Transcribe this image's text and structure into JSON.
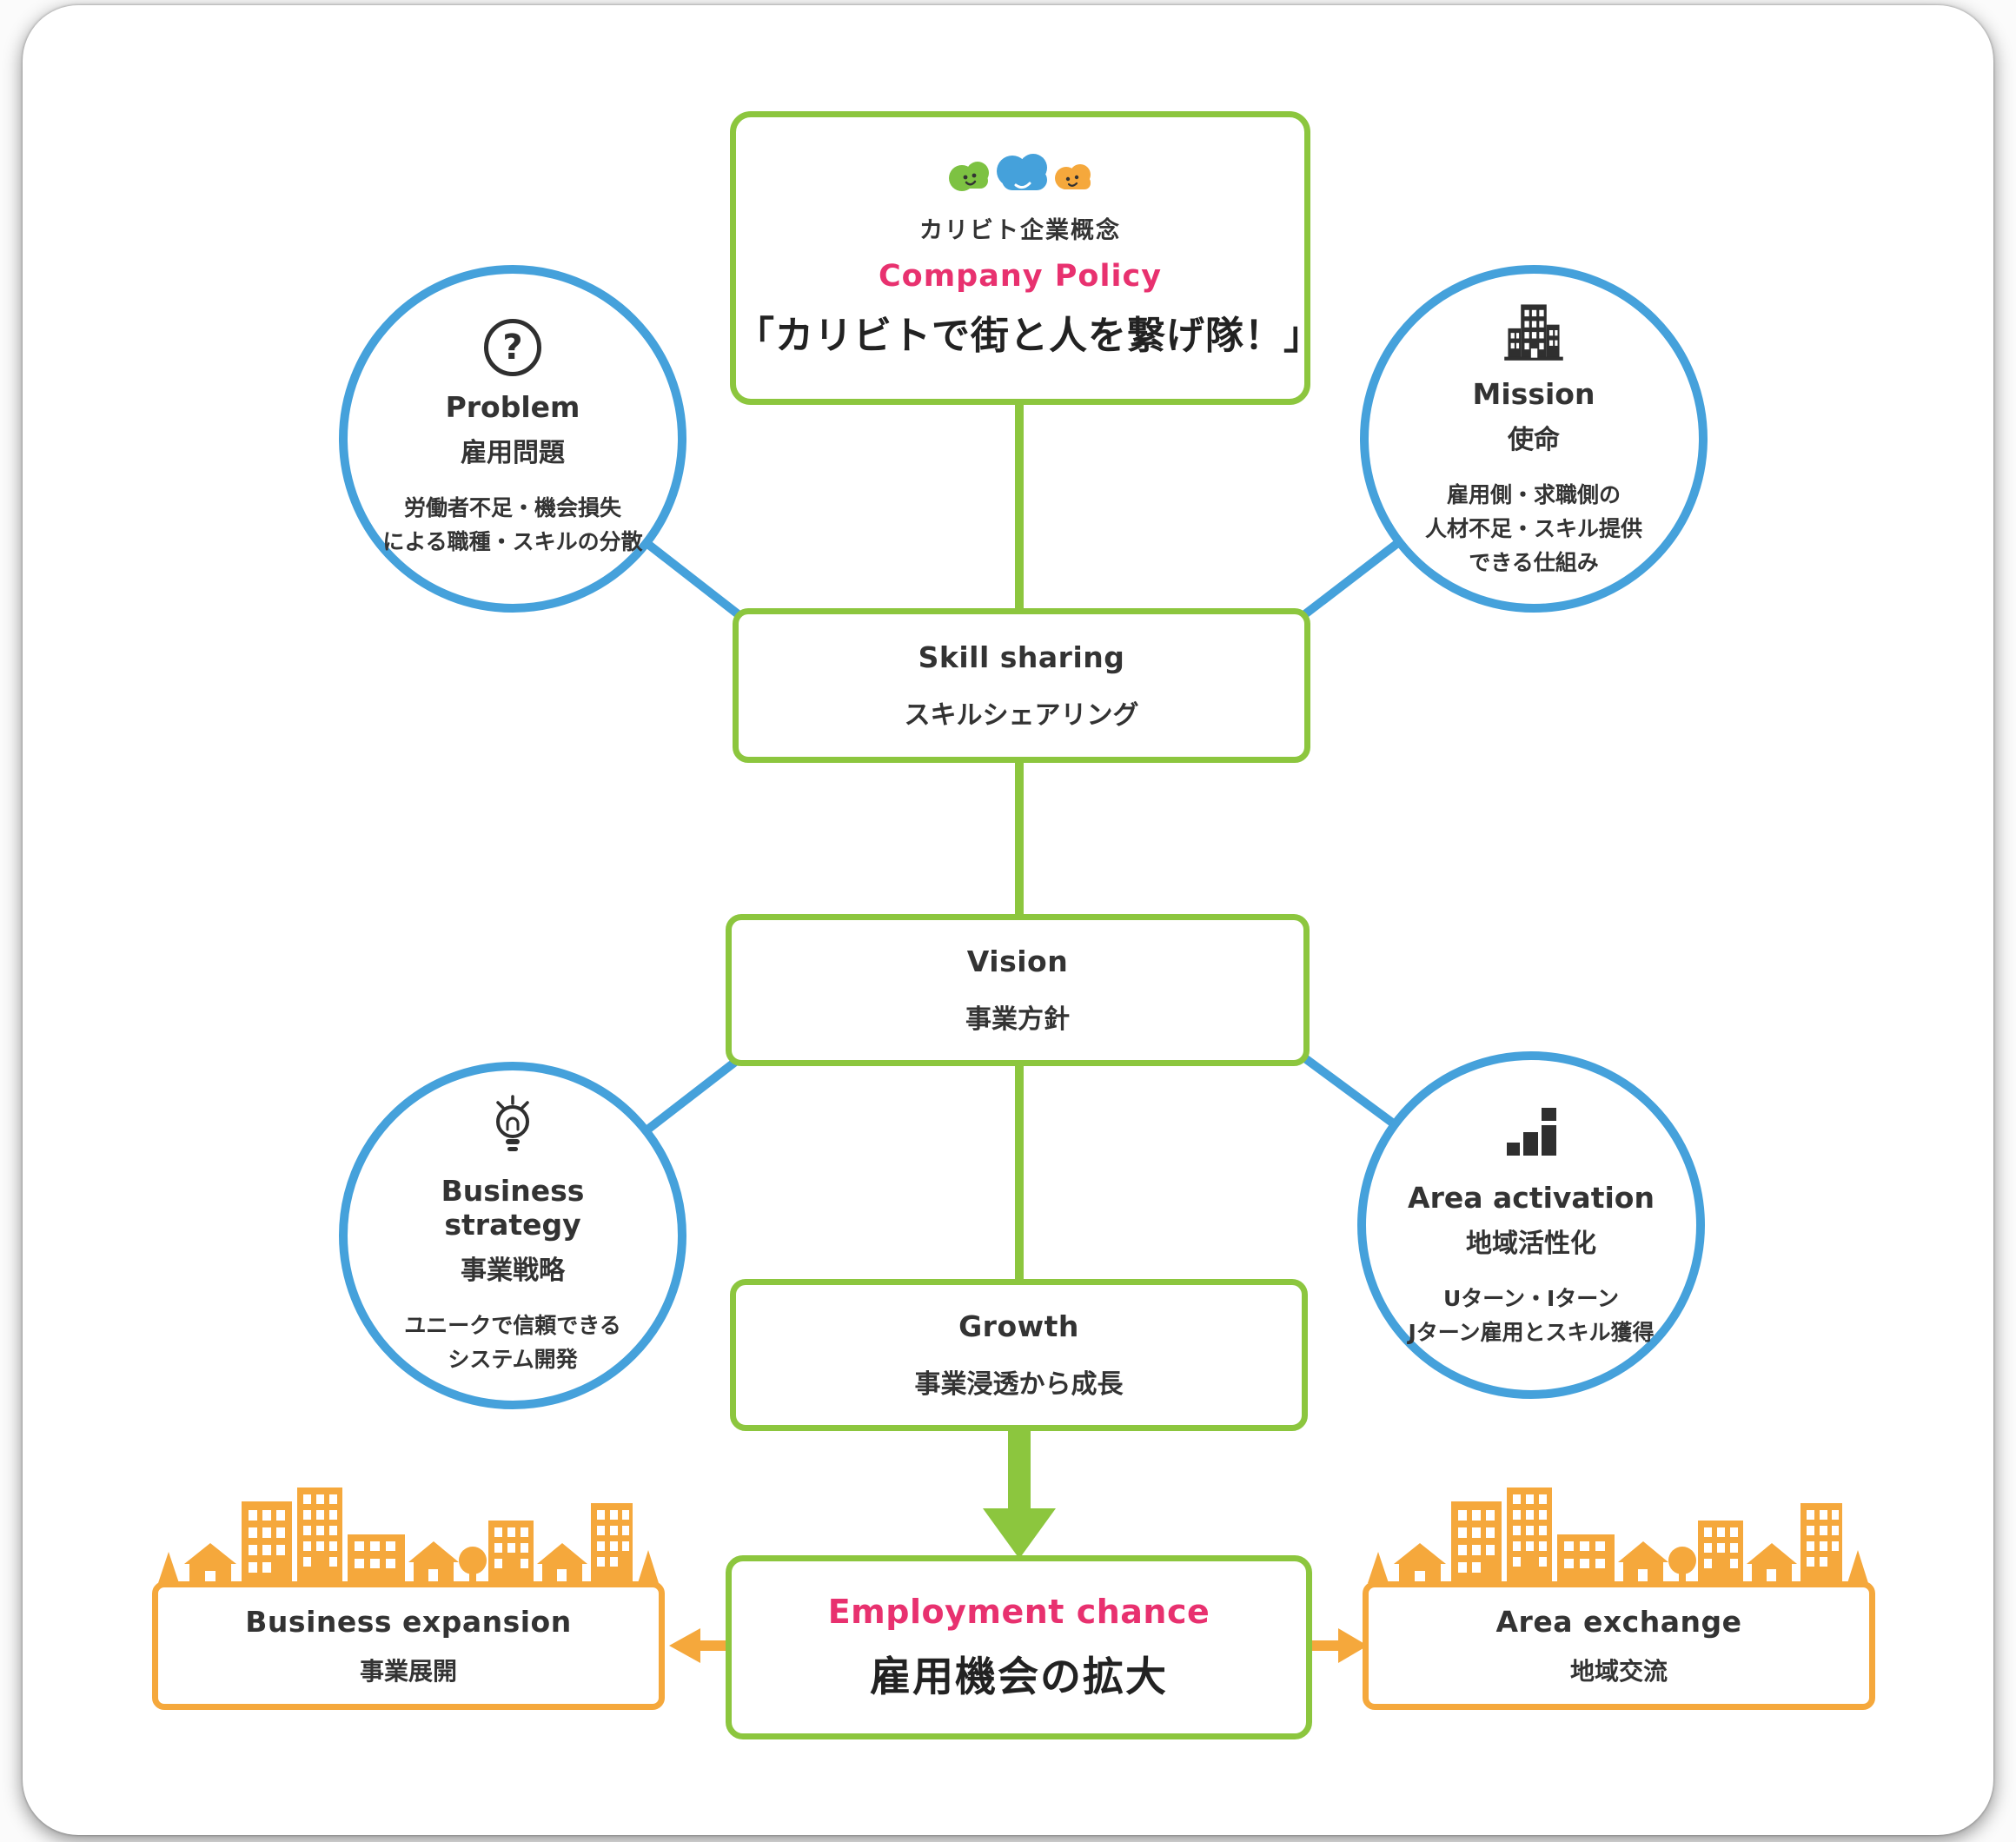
{
  "colors": {
    "green": "#8CC63E",
    "blue": "#45A1DB",
    "orange": "#F5A83C",
    "pink": "#E8316F",
    "text": "#333333"
  },
  "header": {
    "logo_label": "カリビト企業概念",
    "policy_label": "Company Policy",
    "policy_headline": "「カリビトで街と人を繋げ隊！」"
  },
  "icons": {
    "question_glyph": "?"
  },
  "circles": {
    "problem": {
      "title": "Problem",
      "subtitle": "雇用問題",
      "desc": [
        "労働者不足・機会損失",
        "による職種・スキルの分散"
      ]
    },
    "mission": {
      "title": "Mission",
      "subtitle": "使命",
      "desc": [
        "雇用側・求職側の",
        "人材不足・スキル提供",
        "できる仕組み"
      ]
    },
    "business_strategy": {
      "title": "Business strategy",
      "subtitle": "事業戦略",
      "desc": [
        "ユニークで信頼できる",
        "システム開発"
      ]
    },
    "area_activation": {
      "title": "Area activation",
      "subtitle": "地域活性化",
      "desc": [
        "Uターン・Iターン",
        "Jターン雇用とスキル獲得"
      ]
    }
  },
  "nodes": {
    "skill_sharing": {
      "title": "Skill sharing",
      "subtitle": "スキルシェアリング"
    },
    "vision": {
      "title": "Vision",
      "subtitle": "事業方針"
    },
    "growth": {
      "title": "Growth",
      "subtitle": "事業浸透から成長"
    },
    "employment": {
      "title_en": "Employment chance",
      "title_ja": "雇用機会の拡大"
    },
    "business_expansion": {
      "title": "Business expansion",
      "subtitle": "事業展開"
    },
    "area_exchange": {
      "title": "Area exchange",
      "subtitle": "地域交流"
    }
  }
}
